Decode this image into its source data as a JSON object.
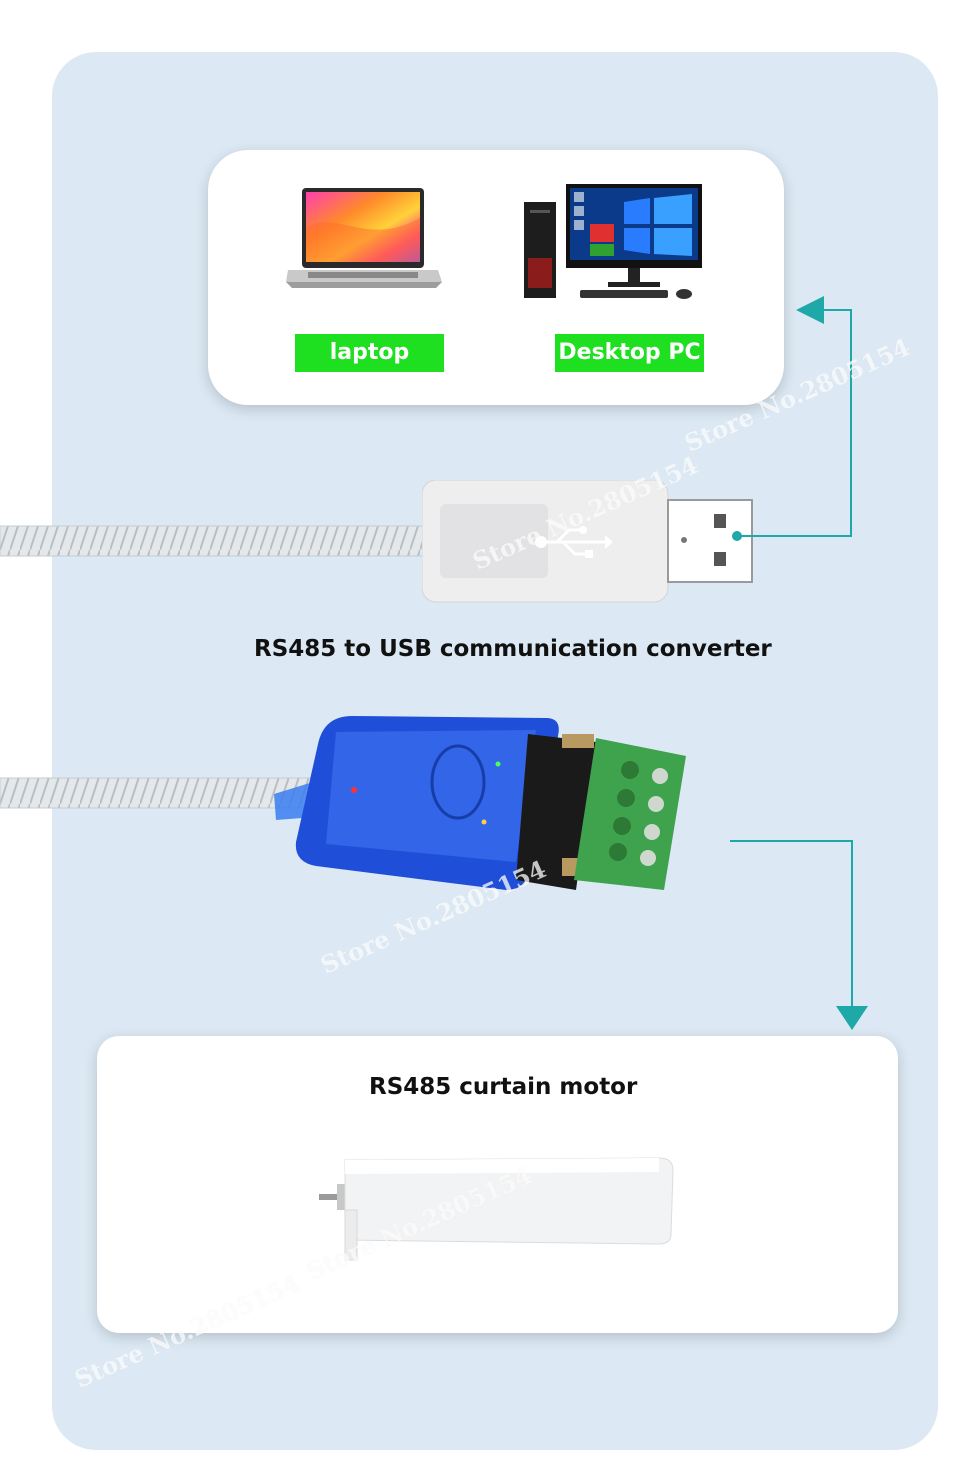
{
  "devices": {
    "laptop_label": "laptop",
    "desktop_label": "Desktop PC"
  },
  "converter": {
    "title": "RS485 to USB communication converter"
  },
  "motor": {
    "title": "RS485 curtain  motor"
  },
  "watermark": {
    "text": "Store No.2805154"
  },
  "colors": {
    "panel_bg": "#dce9f4",
    "label_green": "#1fe020",
    "arrow_teal": "#1fa8a8",
    "adapter_blue": "#1f4fd8",
    "terminal_green": "#3fa34d"
  },
  "icons": [
    "laptop-icon",
    "desktop-pc-icon",
    "usb-symbol-icon",
    "usb-plug",
    "rs485-adapter",
    "curtain-motor"
  ]
}
